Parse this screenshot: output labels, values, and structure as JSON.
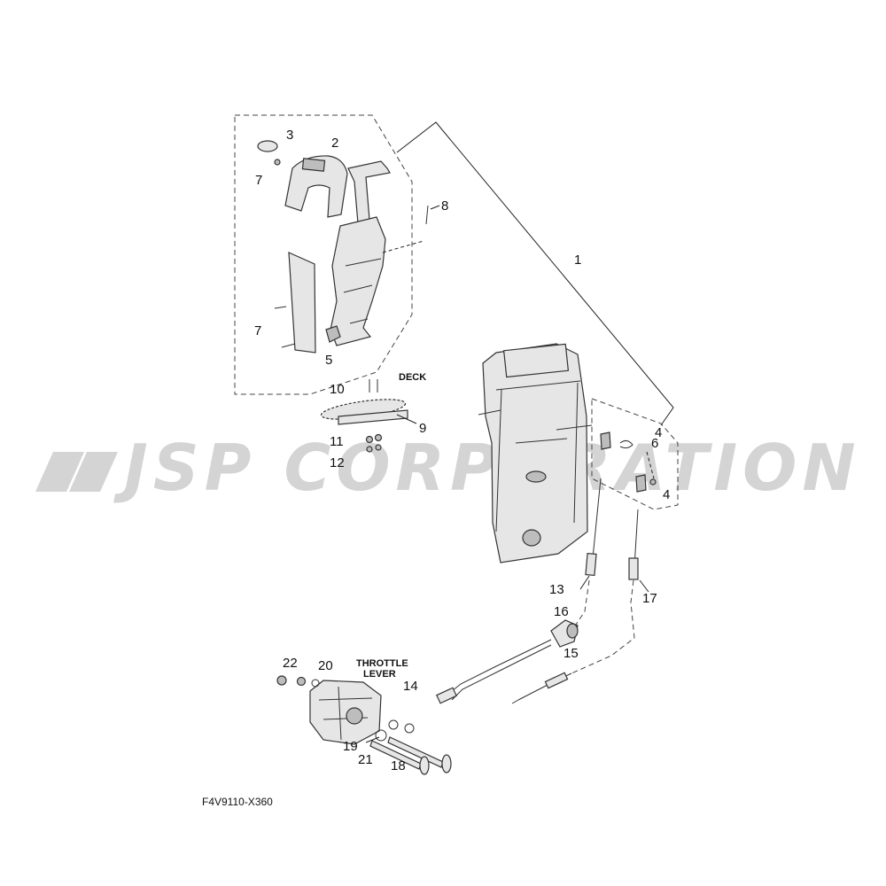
{
  "watermark": "JSP CORPORATION",
  "diagram_code": "F4V9110-X360",
  "labels": {
    "deck": "DECK",
    "throttle_line1": "THROTTLE",
    "throttle_line2": "LEVER"
  },
  "callouts": {
    "c1": "1",
    "c2": "2",
    "c3": "3",
    "c4a": "4",
    "c4b": "4",
    "c5": "5",
    "c6": "6",
    "c7a": "7",
    "c7b": "7",
    "c8": "8",
    "c9": "9",
    "c10": "10",
    "c11": "11",
    "c12": "12",
    "c13": "13",
    "c14": "14",
    "c15": "15",
    "c16": "16",
    "c17": "17",
    "c18": "18",
    "c19": "19",
    "c20": "20",
    "c21": "21",
    "c22": "22"
  }
}
